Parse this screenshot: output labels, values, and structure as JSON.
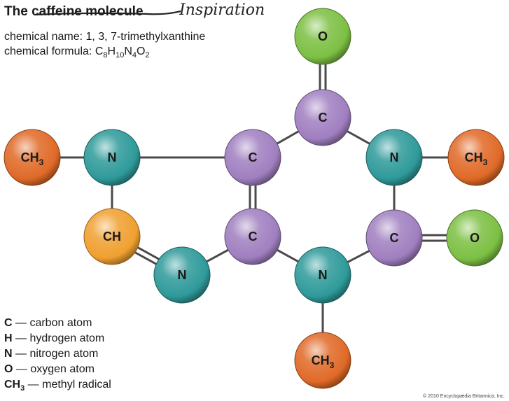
{
  "title": {
    "prefix": "The ",
    "struck": "caffeine molecule",
    "handwritten": "Inspiration"
  },
  "info": {
    "name_line": "chemical name: 1, 3, 7-trimethylxanthine",
    "formula_label": "chemical formula: ",
    "formula_parts": [
      {
        "el": "C",
        "n": "8"
      },
      {
        "el": "H",
        "n": "10"
      },
      {
        "el": "N",
        "n": "4"
      },
      {
        "el": "O",
        "n": "2"
      }
    ]
  },
  "colors": {
    "carbon": "#a07fc0",
    "nitrogen": "#2f9a9a",
    "oxygen": "#7cc043",
    "methyl": "#e06a28",
    "hydrogen_ch": "#f0a030",
    "bond": "#4a4a4a"
  },
  "atoms": [
    {
      "id": "o_top",
      "symbol": "O",
      "sub": "",
      "kind": "oxygen"
    },
    {
      "id": "c_top",
      "symbol": "C",
      "sub": "",
      "kind": "carbon"
    },
    {
      "id": "n_left",
      "symbol": "N",
      "sub": "",
      "kind": "nitrogen"
    },
    {
      "id": "ch3_left",
      "symbol": "CH",
      "sub": "3",
      "kind": "methyl"
    },
    {
      "id": "c_mid_top",
      "symbol": "C",
      "sub": "",
      "kind": "carbon"
    },
    {
      "id": "n_right",
      "symbol": "N",
      "sub": "",
      "kind": "nitrogen"
    },
    {
      "id": "ch3_right",
      "symbol": "CH",
      "sub": "3",
      "kind": "methyl"
    },
    {
      "id": "ch",
      "symbol": "CH",
      "sub": "",
      "kind": "hydrogen_ch"
    },
    {
      "id": "c_mid_bot",
      "symbol": "C",
      "sub": "",
      "kind": "carbon"
    },
    {
      "id": "c_right",
      "symbol": "C",
      "sub": "",
      "kind": "carbon"
    },
    {
      "id": "o_right",
      "symbol": "O",
      "sub": "",
      "kind": "oxygen"
    },
    {
      "id": "n_bot_left",
      "symbol": "N",
      "sub": "",
      "kind": "nitrogen"
    },
    {
      "id": "n_bot",
      "symbol": "N",
      "sub": "",
      "kind": "nitrogen"
    },
    {
      "id": "ch3_bot",
      "symbol": "CH",
      "sub": "3",
      "kind": "methyl"
    }
  ],
  "bonds": [
    {
      "a": "o_top",
      "b": "c_top",
      "order": 2
    },
    {
      "a": "c_top",
      "b": "c_mid_top",
      "order": 1
    },
    {
      "a": "c_top",
      "b": "n_right",
      "order": 1
    },
    {
      "a": "ch3_left",
      "b": "n_left",
      "order": 1
    },
    {
      "a": "n_left",
      "b": "c_mid_top",
      "order": 1
    },
    {
      "a": "n_left",
      "b": "ch",
      "order": 1
    },
    {
      "a": "c_mid_top",
      "b": "c_mid_bot",
      "order": 2
    },
    {
      "a": "n_right",
      "b": "ch3_right",
      "order": 1
    },
    {
      "a": "n_right",
      "b": "c_right",
      "order": 1
    },
    {
      "a": "ch",
      "b": "n_bot_left",
      "order": 2
    },
    {
      "a": "n_bot_left",
      "b": "c_mid_bot",
      "order": 1
    },
    {
      "a": "c_mid_bot",
      "b": "n_bot",
      "order": 1
    },
    {
      "a": "c_right",
      "b": "n_bot",
      "order": 1
    },
    {
      "a": "c_right",
      "b": "o_right",
      "order": 2
    },
    {
      "a": "n_bot",
      "b": "ch3_bot",
      "order": 1
    }
  ],
  "legend": [
    {
      "symbol": "C",
      "sub": "",
      "text": " — carbon atom"
    },
    {
      "symbol": "H",
      "sub": "",
      "text": " — hydrogen atom"
    },
    {
      "symbol": "N",
      "sub": "",
      "text": " — nitrogen atom"
    },
    {
      "symbol": "O",
      "sub": "",
      "text": " — oxygen atom"
    },
    {
      "symbol": "CH",
      "sub": "3",
      "text": " — methyl radical"
    }
  ],
  "copyright": "© 2010 Encyclopædia Britannica, Inc."
}
